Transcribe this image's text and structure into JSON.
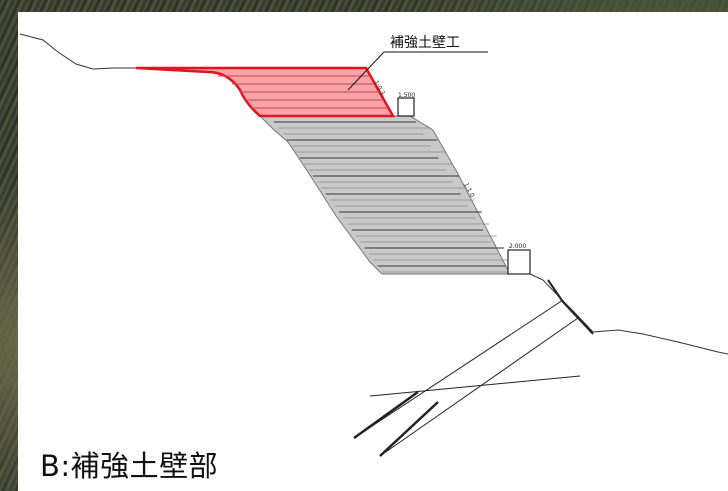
{
  "caption": "B:補強土壁部",
  "callout": {
    "label": "補強土壁工"
  },
  "dimension_tags": {
    "upper": "1.500",
    "lower": "2.000"
  },
  "slope_ratios": {
    "wall": "1:0.3",
    "cut": "1:1.0"
  },
  "colors": {
    "highlight_fill": "#f6a3aa",
    "highlight_stroke": "#e4141e",
    "embankment_fill": "#c9c9c9",
    "line": "#222222"
  }
}
